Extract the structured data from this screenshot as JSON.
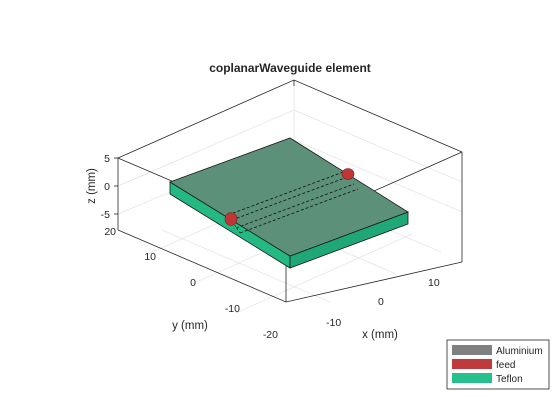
{
  "figure": {
    "title": "coplanarWaveguide element",
    "x_axis": {
      "label": "x (mm)",
      "ticks": [
        "-10",
        "0",
        "10"
      ]
    },
    "y_axis": {
      "label": "y (mm)",
      "ticks": [
        "20",
        "10",
        "0",
        "-10",
        "-20"
      ]
    },
    "z_axis": {
      "label": "z (mm)",
      "ticks": [
        "5",
        "0",
        "-5"
      ]
    }
  },
  "legend": {
    "placement": "bottom-right",
    "items": [
      {
        "label": "Aluminium",
        "color": "#808080"
      },
      {
        "label": "feed",
        "color": "#bf3a3a"
      },
      {
        "label": "Teflon",
        "color": "#26c08c"
      }
    ]
  },
  "colors": {
    "substrate_top": "#5c9078",
    "substrate_front": "#24b883",
    "substrate_side": "#1fa777",
    "feed": "#c03535"
  }
}
